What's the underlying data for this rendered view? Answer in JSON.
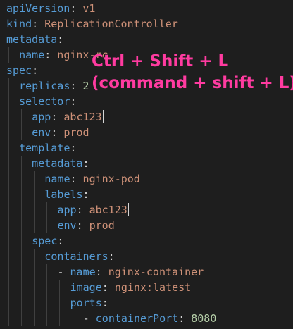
{
  "editor": {
    "colors": {
      "background": "#1e1e1e",
      "key": "#569cd6",
      "punctuation": "#d4d4d4",
      "string": "#ce9178",
      "number": "#b5cea8",
      "indent_guide": "#404040",
      "annotation": "#ff3ba0"
    },
    "lines": [
      {
        "key": "apiVersion",
        "sep": ": ",
        "value": "v1",
        "vtype": "string"
      },
      {
        "key": "kind",
        "sep": ": ",
        "value": "ReplicationController",
        "vtype": "string"
      },
      {
        "key": "metadata",
        "sep": ":",
        "value": "",
        "vtype": "string"
      },
      {
        "key": "name",
        "sep": ": ",
        "value": "nginx-rc",
        "vtype": "string"
      },
      {
        "key": "spec",
        "sep": ":",
        "value": "",
        "vtype": "string"
      },
      {
        "key": "replicas",
        "sep": ": ",
        "value": "2",
        "vtype": "number"
      },
      {
        "key": "selector",
        "sep": ":",
        "value": "",
        "vtype": "string"
      },
      {
        "key": "app",
        "sep": ": ",
        "value": "abc123",
        "vtype": "string",
        "cursor": true
      },
      {
        "key": "env",
        "sep": ": ",
        "value": "prod",
        "vtype": "string"
      },
      {
        "key": "template",
        "sep": ":",
        "value": "",
        "vtype": "string"
      },
      {
        "key": "metadata",
        "sep": ":",
        "value": "",
        "vtype": "string"
      },
      {
        "key": "name",
        "sep": ": ",
        "value": "nginx-pod",
        "vtype": "string"
      },
      {
        "key": "labels",
        "sep": ":",
        "value": "",
        "vtype": "string"
      },
      {
        "key": "app",
        "sep": ": ",
        "value": "abc123",
        "vtype": "string",
        "cursor": true
      },
      {
        "key": "env",
        "sep": ": ",
        "value": "prod",
        "vtype": "string"
      },
      {
        "key": "spec",
        "sep": ":",
        "value": "",
        "vtype": "string"
      },
      {
        "key": "containers",
        "sep": ":",
        "value": "",
        "vtype": "string"
      },
      {
        "dash": "- ",
        "key": "name",
        "sep": ": ",
        "value": "nginx-container",
        "vtype": "string"
      },
      {
        "key": "image",
        "sep": ": ",
        "value": "nginx:latest",
        "vtype": "string"
      },
      {
        "key": "ports",
        "sep": ":",
        "value": "",
        "vtype": "string"
      },
      {
        "dash": "- ",
        "key": "containerPort",
        "sep": ": ",
        "value": "8080",
        "vtype": "number"
      }
    ]
  },
  "annotation": {
    "line1": "Ctrl + Shift + L",
    "line2": "(command + shift + L)"
  }
}
